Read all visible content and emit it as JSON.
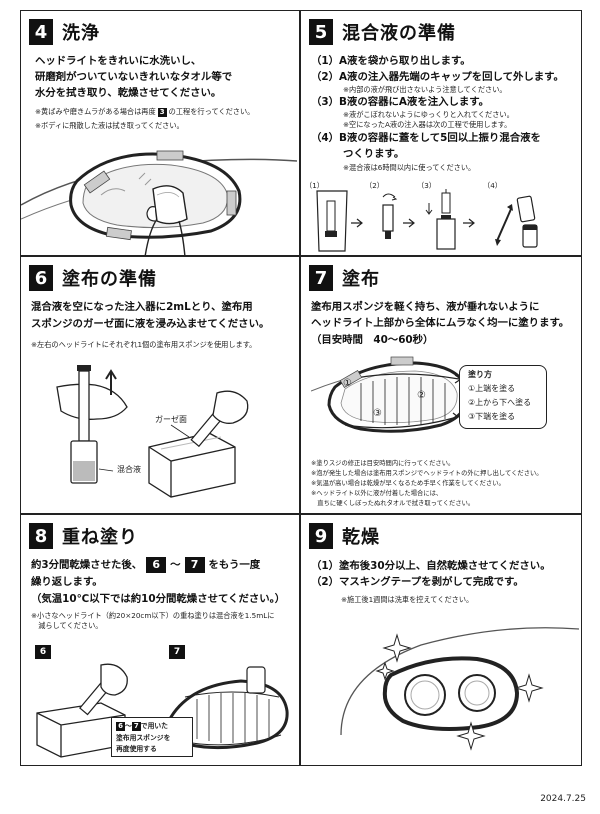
{
  "s4": {
    "num": "4",
    "title": "洗浄",
    "lines": [
      "ヘッドライトをきれいに水洗いし、",
      "研磨剤がついていないきれいなタオル等で",
      "水分を拭き取り、乾燥させてください。"
    ],
    "note1_a": "※黄ばみや磨きムラがある場合は再度",
    "note1_num": "3",
    "note1_b": "の工程を行ってください。",
    "note2": "※ボディに飛散した液は拭き取ってください。"
  },
  "s5": {
    "num": "5",
    "title": "混合液の準備",
    "items": [
      "（1）A液を袋から取り出します。",
      "（2）A液の注入器先端のキャップを回して外します。",
      "（3）B液の容器にA液を注入します。",
      "（4）B液の容器に蓋をして5回以上振り混合液を",
      "つくります。"
    ],
    "notes": [
      "※内部の液が飛び出さないよう注意してください。",
      "※液がこぼれないようにゆっくりと入れてください。",
      "※空になったA液の注入器は次の工程で使用します。",
      "※混合液は6時間以内に使ってください。"
    ],
    "steps": [
      "（1）",
      "（2）",
      "（3）",
      "（4）"
    ]
  },
  "s6": {
    "num": "6",
    "title": "塗布の準備",
    "lines": [
      "混合液を空になった注入器に2mLとり、塗布用",
      "スポンジのガーゼ面に液を浸み込ませてください。"
    ],
    "note": "※左右のヘッドライトにそれぞれ1個の塗布用スポンジを使用します。",
    "label_gauze": "ガーゼ面",
    "label_mix": "混合液"
  },
  "s7": {
    "num": "7",
    "title": "塗布",
    "lines": [
      "塗布用スポンジを軽く持ち、液が垂れないように",
      "ヘッドライト上部から全体にムラなく均一に塗ります。",
      "（目安時間　40〜60秒）"
    ],
    "how_title": "塗り方",
    "how": [
      "①上端を塗る",
      "②上から下へ塗る",
      "③下端を塗る"
    ],
    "marks": [
      "①",
      "②",
      "③"
    ],
    "notes": [
      "※塗りスジの修正は目安時間内に行ってください。",
      "※泡が発生した場合は塗布用スポンジでヘッドライトの外に押し出してください。",
      "※気温が高い場合は乾燥が早くなるため手早く作業をしてください。",
      "※ヘッドライト以外に液が付着した場合には、",
      "　直ちに硬くしぼったぬれタオルで拭き取ってください。"
    ]
  },
  "s8": {
    "num": "8",
    "title": "重ね塗り",
    "line1_a": "約3分間乾燥させた後、",
    "step_a": "6",
    "tilde": "〜",
    "step_b": "7",
    "line1_b": "をもう一度",
    "line2": "繰り返します。",
    "line3": "（気温10℃以下では約10分間乾燥させてください。）",
    "notes": [
      "※小さなヘッドライト（約20×20cm以下）の重ね塗りは混合液を1.5mLに",
      "　減らしてください。"
    ],
    "fig_a": "6",
    "fig_b": "7",
    "callout_tail": "で用いた",
    "callout_l2": "塗布用スポンジを",
    "callout_l3": "再度使用する"
  },
  "s9": {
    "num": "9",
    "title": "乾燥",
    "lines": [
      "（1）塗布後30分以上、自然乾燥させてください。",
      "（2）マスキングテープを剥がして完成です。"
    ],
    "note": "※施工後1週間は洗車を控えてください。"
  },
  "date": "2024.7.25"
}
